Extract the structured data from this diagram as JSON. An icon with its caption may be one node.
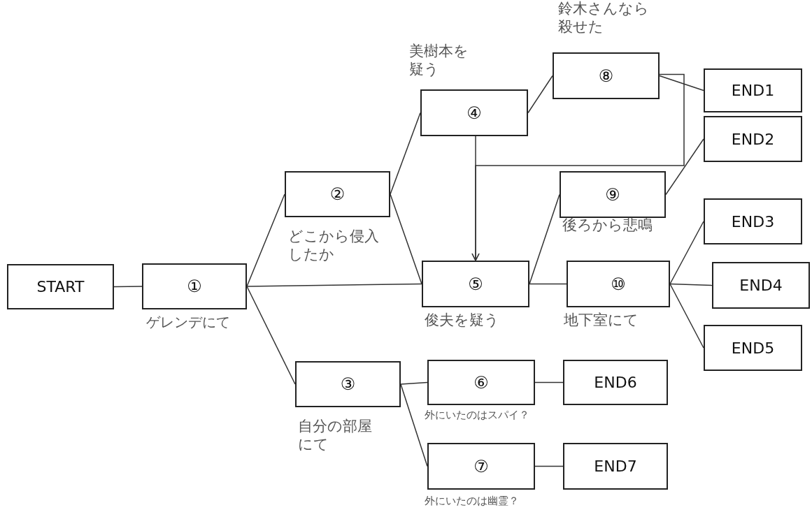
{
  "diagram": {
    "nodes": [
      {
        "text": [
          "START"
        ]
      },
      {
        "text": [
          "①"
        ],
        "beside": [
          "ゲレンデにて"
        ]
      },
      {
        "text": [
          "②"
        ],
        "beside": [
          "どこから侵入したか"
        ]
      },
      {
        "text": [
          "③"
        ],
        "beside": [
          "自分の部屋にて"
        ]
      },
      {
        "text": [
          "④"
        ],
        "beside": [
          "美樹本を疑う"
        ]
      },
      {
        "text": [
          "⑤"
        ],
        "beside": [
          "俊夫を疑う"
        ]
      },
      {
        "text": [
          "⑥"
        ],
        "beside": [
          "外にいたのはスパイ？"
        ]
      },
      {
        "text": [
          "⑦"
        ],
        "beside": [
          "外にいたのは幽霊？"
        ]
      },
      {
        "text": [
          "⑧"
        ],
        "beside": [
          "鈴木さんなら殺せた"
        ]
      },
      {
        "text": [
          "⑨"
        ],
        "beside": [
          "後ろから悲鳴"
        ]
      },
      {
        "text": [
          "⑩"
        ],
        "beside": [
          "地下室にて"
        ]
      },
      {
        "text": [
          "END1"
        ]
      },
      {
        "text": [
          "END2"
        ]
      },
      {
        "text": [
          "END3"
        ]
      },
      {
        "text": [
          "END4"
        ]
      },
      {
        "text": [
          "END5"
        ]
      },
      {
        "text": [
          "END6"
        ]
      },
      {
        "text": [
          "END7"
        ]
      }
    ],
    "edges": [
      {
        "from": 0,
        "to": 1,
        "arrow": "none"
      },
      {
        "from": 1,
        "to": 2,
        "arrow": "none"
      },
      {
        "from": 1,
        "to": 5,
        "arrow": "none"
      },
      {
        "from": 1,
        "to": 3,
        "arrow": "none"
      },
      {
        "from": 2,
        "to": 4,
        "arrow": "none"
      },
      {
        "from": 2,
        "to": 5,
        "arrow": "none"
      },
      {
        "from": 4,
        "to": 8,
        "arrow": "none"
      },
      {
        "from": 4,
        "to": 5,
        "arrow": "to"
      },
      {
        "from": 8,
        "to": 11,
        "arrow": "none"
      },
      {
        "from": 8,
        "to": 5,
        "arrow": "to"
      },
      {
        "from": 5,
        "to": 9,
        "arrow": "none"
      },
      {
        "from": 5,
        "to": 10,
        "arrow": "none"
      },
      {
        "from": 9,
        "to": 12,
        "arrow": "none"
      },
      {
        "from": 10,
        "to": 13,
        "arrow": "none"
      },
      {
        "from": 10,
        "to": 14,
        "arrow": "none"
      },
      {
        "from": 10,
        "to": 15,
        "arrow": "none"
      },
      {
        "from": 3,
        "to": 6,
        "arrow": "none"
      },
      {
        "from": 3,
        "to": 7,
        "arrow": "none"
      },
      {
        "from": 6,
        "to": 16,
        "arrow": "none"
      },
      {
        "from": 7,
        "to": 17,
        "arrow": "none"
      }
    ]
  }
}
